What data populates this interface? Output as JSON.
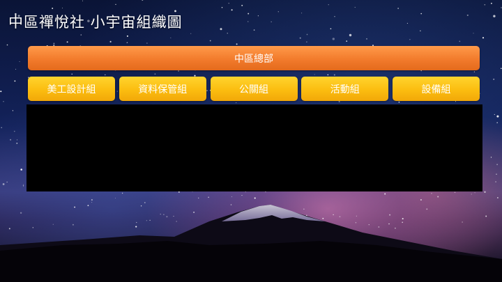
{
  "title": "中區禪悅社 小宇宙組織圖",
  "headquarters": {
    "label": "中區總部",
    "color": "#f27b2c"
  },
  "departments": [
    {
      "label": "美工設計組"
    },
    {
      "label": "資料保管組"
    },
    {
      "label": "公關組"
    },
    {
      "label": "活動組"
    },
    {
      "label": "設備組"
    }
  ],
  "department_color": "#fbbd10",
  "content_panel": {
    "color": "#000000"
  }
}
